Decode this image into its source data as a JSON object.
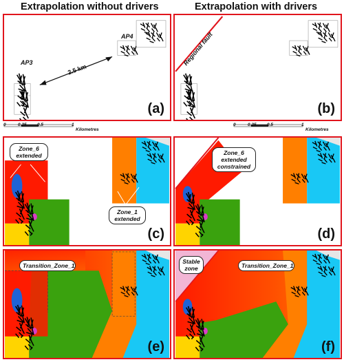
{
  "headers": {
    "left": "Extrapolation without drivers",
    "right": "Extrapolation with drivers"
  },
  "panels": {
    "a": {
      "label": "(a)",
      "ap3": "AP3",
      "ap4": "AP4",
      "distance": "2.5 km"
    },
    "b": {
      "label": "(b)",
      "fault": "Regional fault"
    },
    "c": {
      "label": "(c)",
      "zone6": "Zone_6 extended",
      "zone1": "Zone_1 extended"
    },
    "d": {
      "label": "(d)",
      "zone6": "Zone_6 extended constrained"
    },
    "e": {
      "label": "(e)",
      "transition": "Transition_Zone_1"
    },
    "f": {
      "label": "(f)",
      "transition": "Transition_Zone_1",
      "stable": "Stable zone"
    }
  },
  "scalebar": {
    "ticks": [
      "0",
      "0.25",
      "0.5",
      "1"
    ],
    "unit": "Kilometres"
  },
  "colors": {
    "border": "#e1141c",
    "red": "#ff1a00",
    "orange": "#ff7f00",
    "green": "#3aa20e",
    "cyan": "#19c8f5",
    "blue": "#1f63d6",
    "yellow": "#ffd400",
    "magenta": "#d93cc8",
    "pink": "#f2b6d5"
  }
}
